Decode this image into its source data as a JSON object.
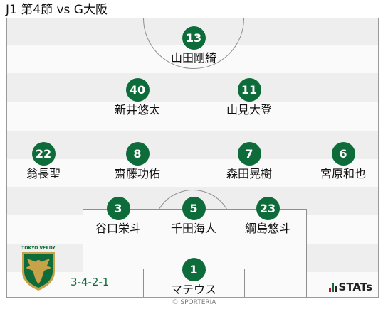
{
  "title": "J1 第4節 vs G大阪",
  "formation": "3-4-2-1",
  "copyright": "© SPORTERIA",
  "stats_logo": "STATs",
  "team_crest_text": "TOKYO VERDY",
  "colors": {
    "accent": "#0e6b3a",
    "pitch_light": "#fafafa",
    "pitch_dark": "#eeeeee",
    "lines": "#8f8f8f"
  },
  "players": [
    {
      "number": "13",
      "name": "山田剛綺"
    },
    {
      "number": "40",
      "name": "新井悠太"
    },
    {
      "number": "11",
      "name": "山見大登"
    },
    {
      "number": "22",
      "name": "翁長聖"
    },
    {
      "number": "8",
      "name": "齋藤功佑"
    },
    {
      "number": "7",
      "name": "森田晃樹"
    },
    {
      "number": "6",
      "name": "宮原和也"
    },
    {
      "number": "3",
      "name": "谷口栄斗"
    },
    {
      "number": "5",
      "name": "千田海人"
    },
    {
      "number": "23",
      "name": "綱島悠斗"
    },
    {
      "number": "1",
      "name": "マテウス"
    }
  ]
}
